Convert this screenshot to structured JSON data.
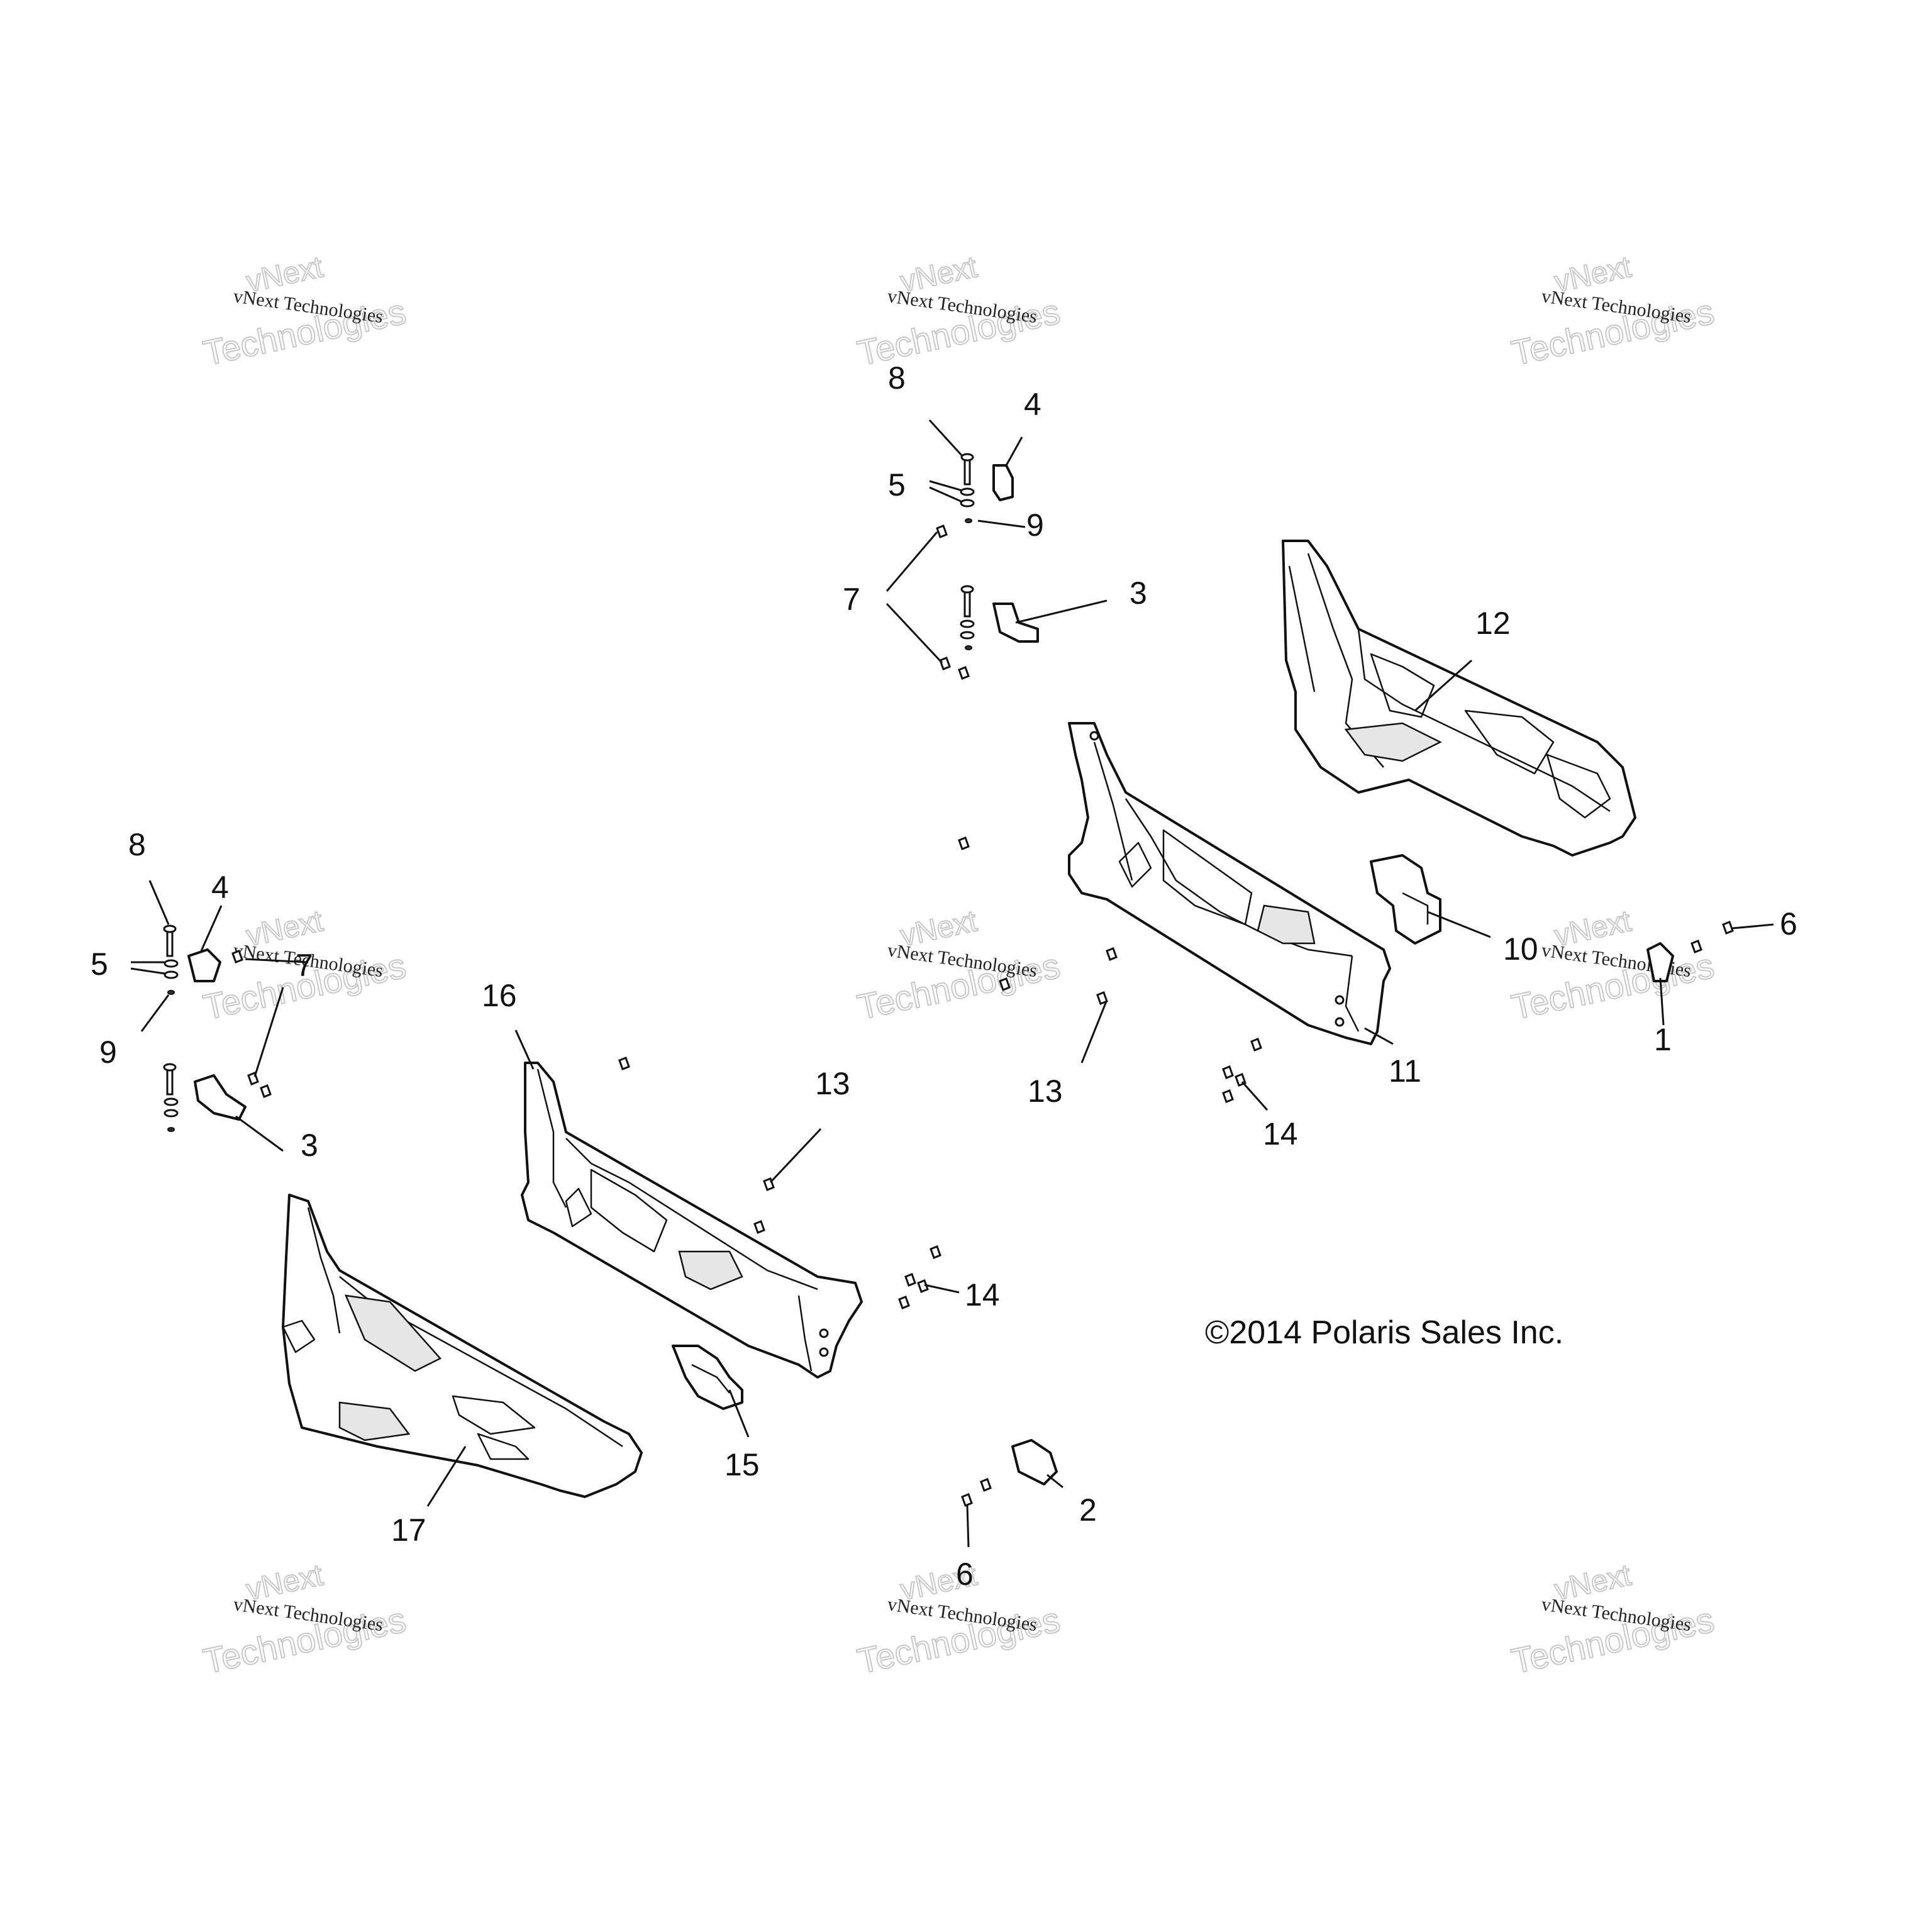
{
  "diagram": {
    "copyright": "©2014 Polaris Sales Inc.",
    "watermark": {
      "line0": "vNext",
      "line1": "vNext Technologies",
      "line2": "Technologies"
    },
    "callouts": [
      {
        "id": "c1",
        "label": "1"
      },
      {
        "id": "c2",
        "label": "2"
      },
      {
        "id": "c3a",
        "label": "3"
      },
      {
        "id": "c3b",
        "label": "3"
      },
      {
        "id": "c4a",
        "label": "4"
      },
      {
        "id": "c4b",
        "label": "4"
      },
      {
        "id": "c5a",
        "label": "5"
      },
      {
        "id": "c5b",
        "label": "5"
      },
      {
        "id": "c6a",
        "label": "6"
      },
      {
        "id": "c6b",
        "label": "6"
      },
      {
        "id": "c7a",
        "label": "7"
      },
      {
        "id": "c7b",
        "label": "7"
      },
      {
        "id": "c8a",
        "label": "8"
      },
      {
        "id": "c8b",
        "label": "8"
      },
      {
        "id": "c9a",
        "label": "9"
      },
      {
        "id": "c9b",
        "label": "9"
      },
      {
        "id": "c10",
        "label": "10"
      },
      {
        "id": "c11",
        "label": "11"
      },
      {
        "id": "c12",
        "label": "12"
      },
      {
        "id": "c13a",
        "label": "13"
      },
      {
        "id": "c13b",
        "label": "13"
      },
      {
        "id": "c14a",
        "label": "14"
      },
      {
        "id": "c14b",
        "label": "14"
      },
      {
        "id": "c15",
        "label": "15"
      },
      {
        "id": "c16",
        "label": "16"
      },
      {
        "id": "c17",
        "label": "17"
      }
    ]
  }
}
